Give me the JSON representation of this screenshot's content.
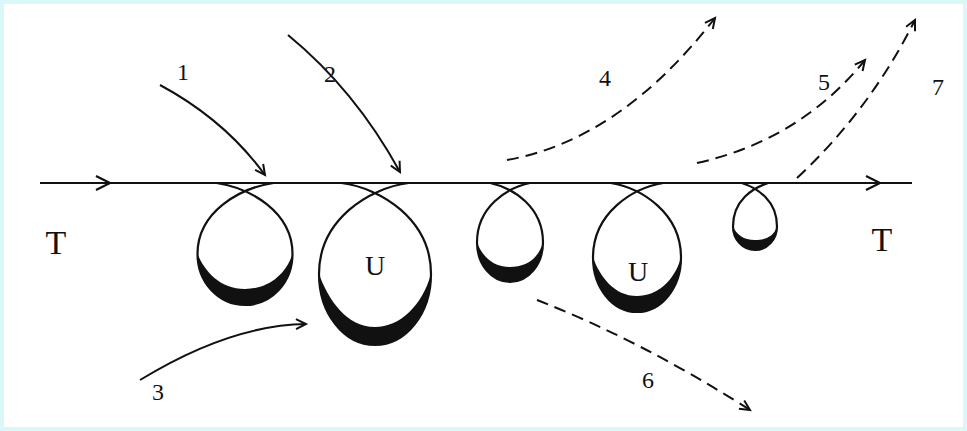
{
  "diagram": {
    "nodes": [
      {
        "text": [
          "U"
        ]
      },
      {
        "text": [
          "U"
        ]
      }
    ],
    "labels": [
      "1",
      "2",
      "4",
      "5",
      "7",
      "T",
      "T",
      "3",
      "6"
    ]
  }
}
